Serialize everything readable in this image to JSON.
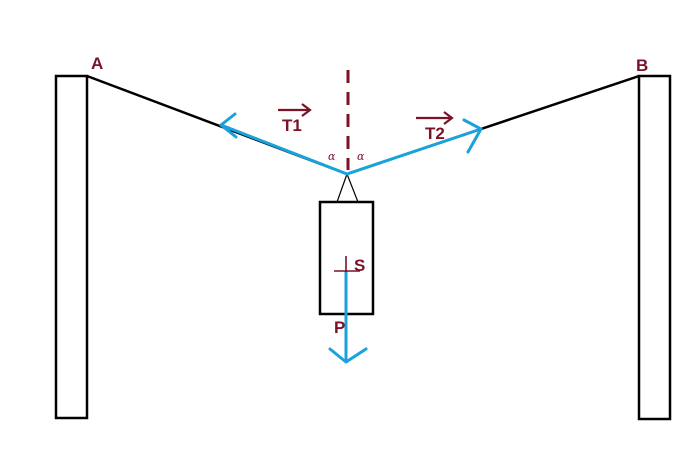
{
  "labels": {
    "point_a": "A",
    "point_b": "B",
    "tension_1": "T1",
    "tension_2": "T2",
    "center_of_mass": "S",
    "weight": "P",
    "angle_left": "α",
    "angle_right": "α"
  },
  "colors": {
    "structure": "#000000",
    "force_vectors": "#19a2dc",
    "annotations": "#7a1228"
  }
}
